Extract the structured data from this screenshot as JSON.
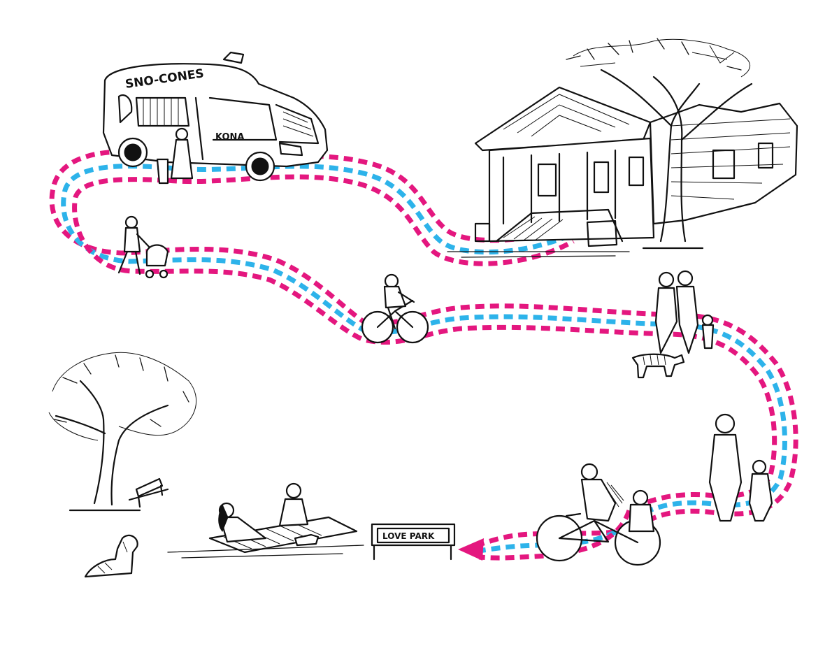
{
  "truck": {
    "side_text": "SNO-CONES",
    "door_text": "KONA"
  },
  "park_sign": {
    "text": "LOVE PARK"
  },
  "colors": {
    "route_pink": "#e4177f",
    "route_blue": "#2db3ea",
    "ink": "#111111",
    "background": "#ffffff"
  },
  "icons": [
    "food-truck",
    "bungalow-house",
    "oak-tree",
    "stroller-walker",
    "cyclist",
    "family-with-dog",
    "parent-and-child",
    "parent-child-cyclist",
    "picnic-couple",
    "park-bench",
    "sitting-dog",
    "park-sign",
    "route-arrow"
  ]
}
